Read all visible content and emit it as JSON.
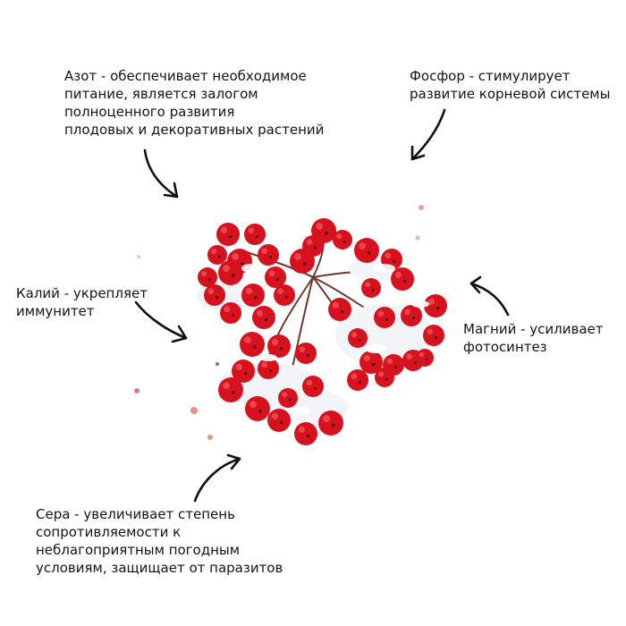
{
  "image": {
    "subject": "rowan-berry-cluster",
    "berry_color": "#d7121f",
    "snow_color": "#ffffff"
  },
  "labels": {
    "azot": "Азот - обеспечивает необходимое\nпитание, является залогом\nполноценного развития\nплодовых и декоративных растений",
    "fosfor": "Фосфор - стимулирует\nразвитие корневой системы",
    "kaliy": "Калий - укрепляет\nиммунитет",
    "magniy": "Магний - усиливает\nфотосинтез",
    "sera": "Сера - увеличивает степень\nсопротивляемости к\nнеблагоприятным погодным\nусловиям, защищает от паразитов"
  }
}
